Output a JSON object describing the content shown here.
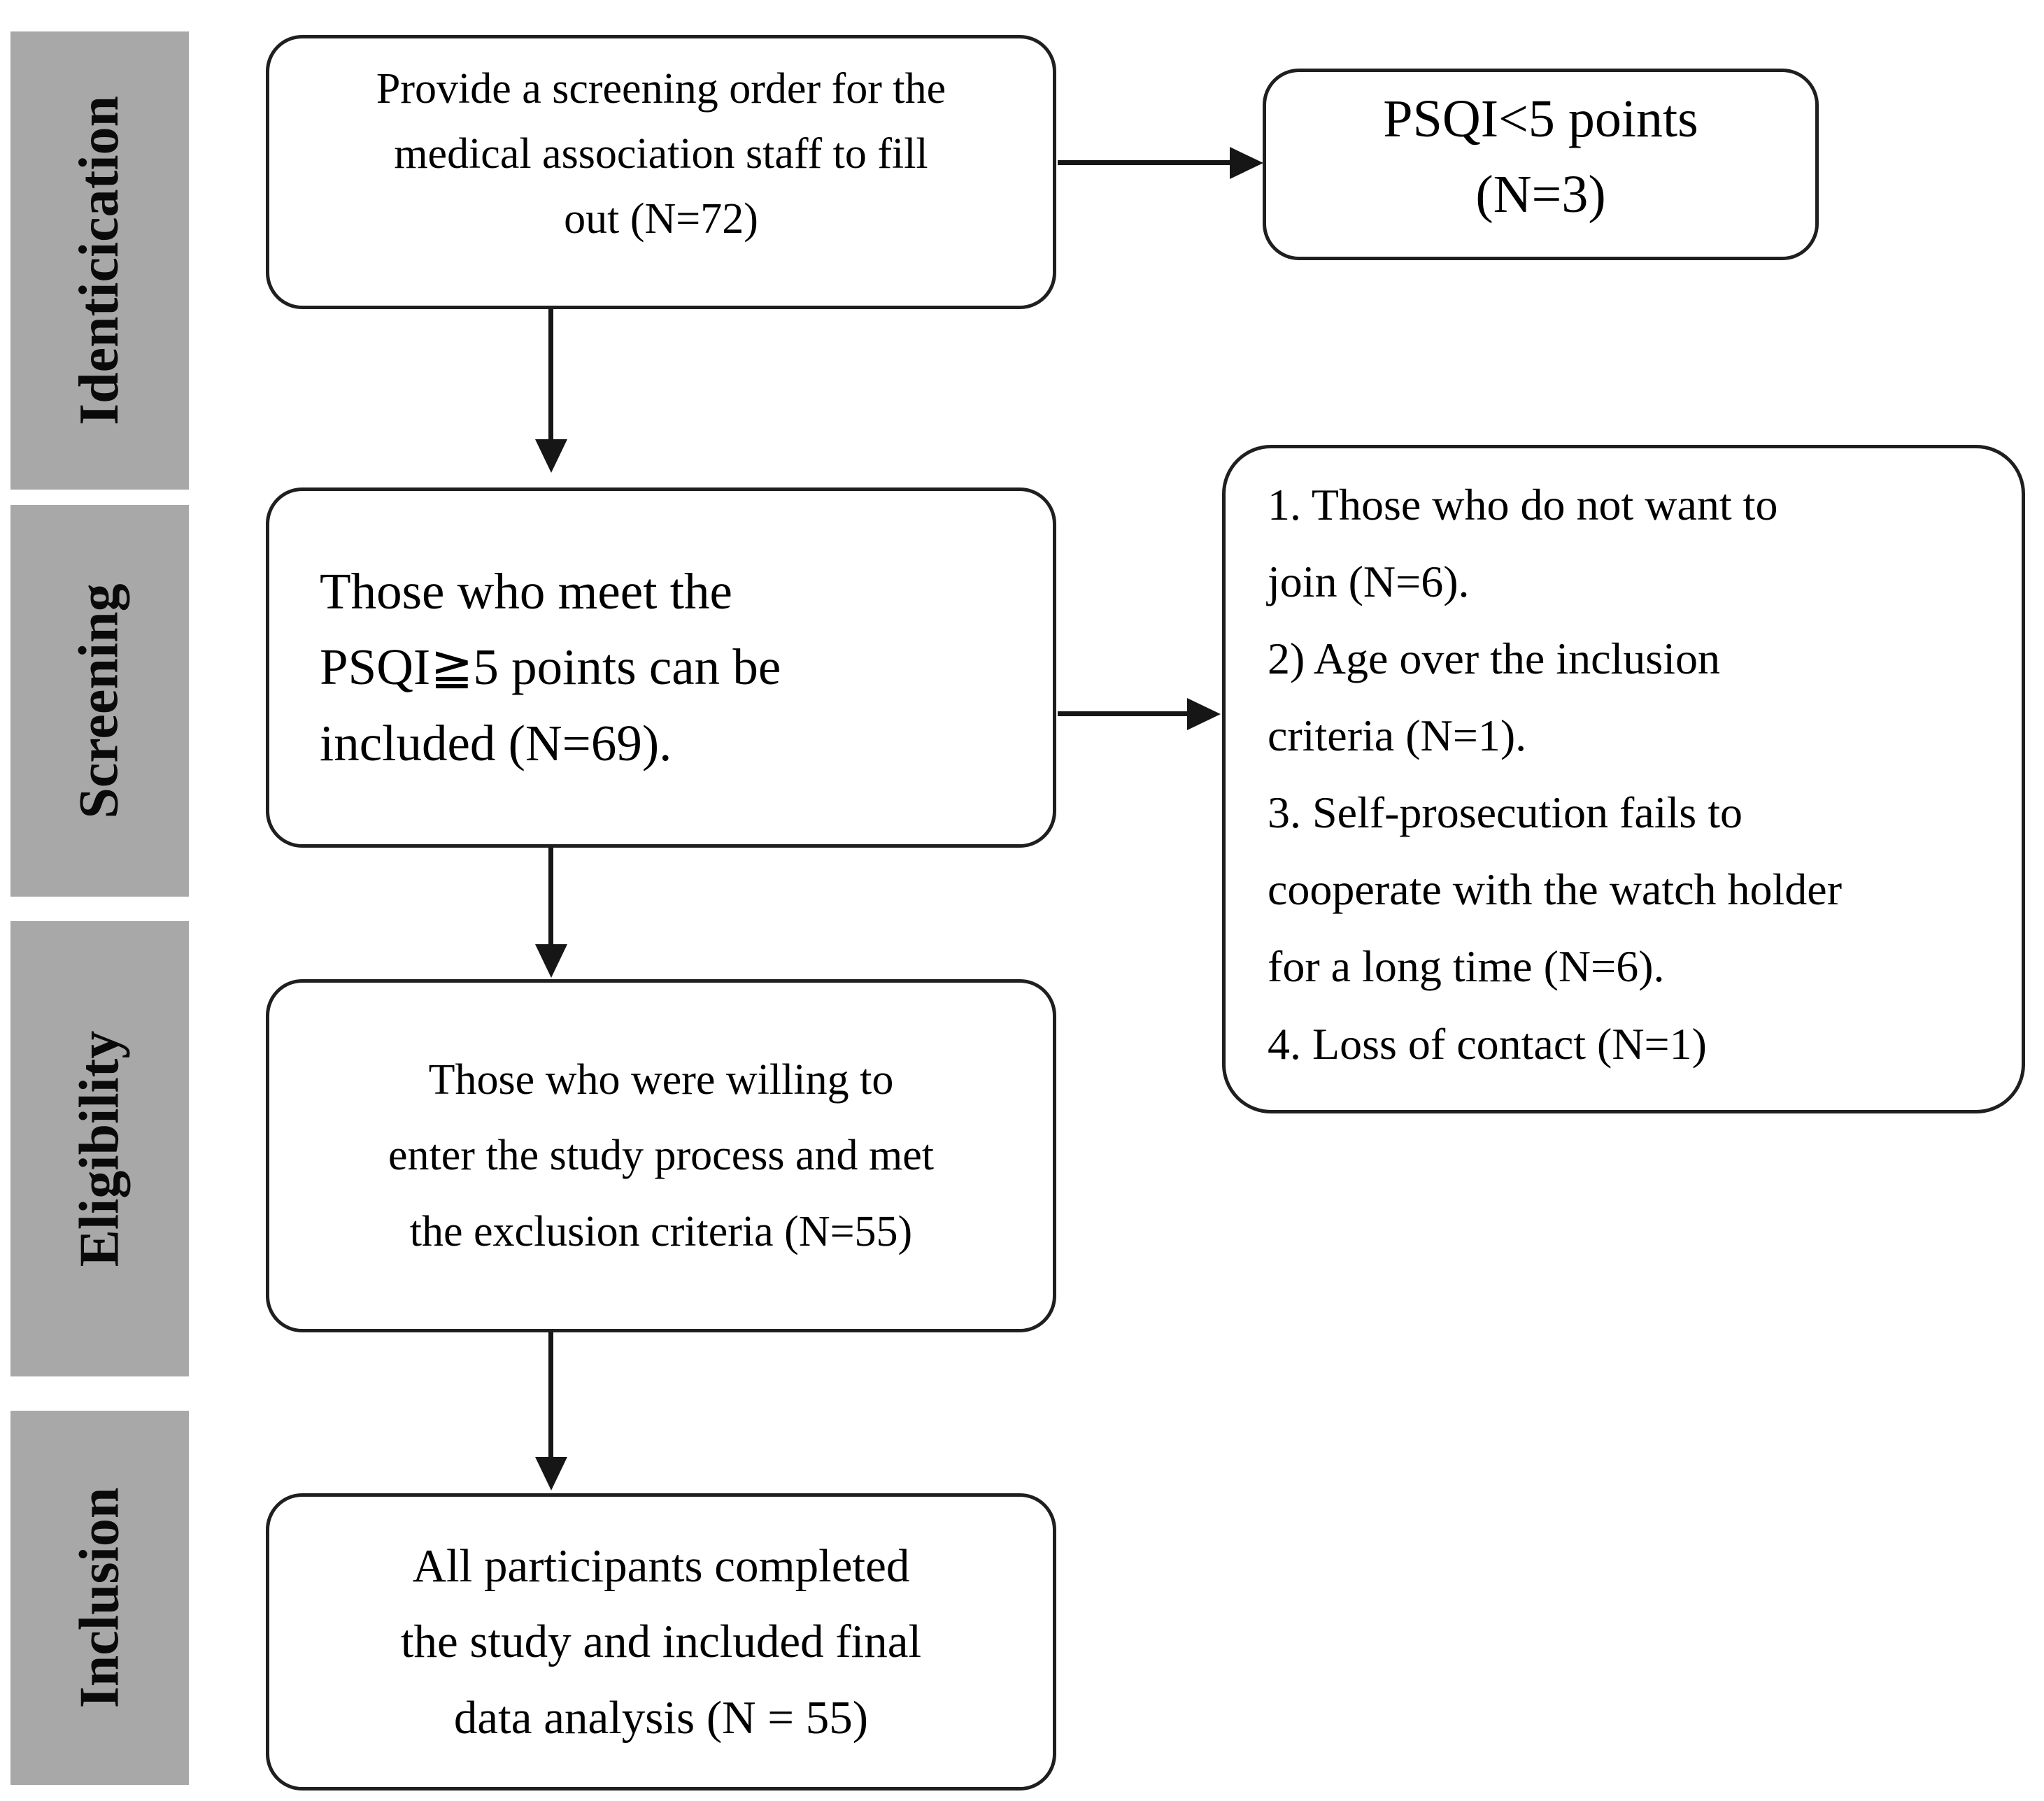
{
  "colors": {
    "band_background": "#a8a8a8",
    "box_border": "#1f1f1f",
    "arrow": "#161616",
    "text": "#000000",
    "page_background": "#ffffff"
  },
  "sidebar": {
    "labels": {
      "identification": "Identicication",
      "screening": "Screening",
      "eligibility": "Eligibility",
      "inclusion": "Inclusion"
    }
  },
  "boxes": {
    "identification_main": "Provide a screening order for the\nmedical association staff to fill\nout (N=72)",
    "psqi_excluded": "PSQI<5 points\n(N=3)",
    "screening_main": "Those who meet the\nPSQI≧5 points can be\nincluded (N=69).",
    "screening_excluded": "1. Those who do not want to\njoin (N=6).\n2) Age over the inclusion\ncriteria (N=1).\n3. Self-prosecution fails to\ncooperate with the watch holder\nfor a long time (N=6).\n4. Loss of contact (N=1)",
    "eligibility_main": "Those who were willing to\nenter the study process and met\nthe exclusion criteria (N=55)",
    "inclusion_main": "All participants completed\nthe study and included final\ndata analysis (N = 55)"
  },
  "counts": {
    "screened": 72,
    "psqi_below_5_excluded": 3,
    "psqi_5_or_more_included": 69,
    "not_want_to_join": 6,
    "age_over_criteria": 1,
    "fails_to_cooperate": 6,
    "loss_of_contact": 1,
    "willing_and_met_criteria": 55,
    "completed_final_analysis": 55
  }
}
